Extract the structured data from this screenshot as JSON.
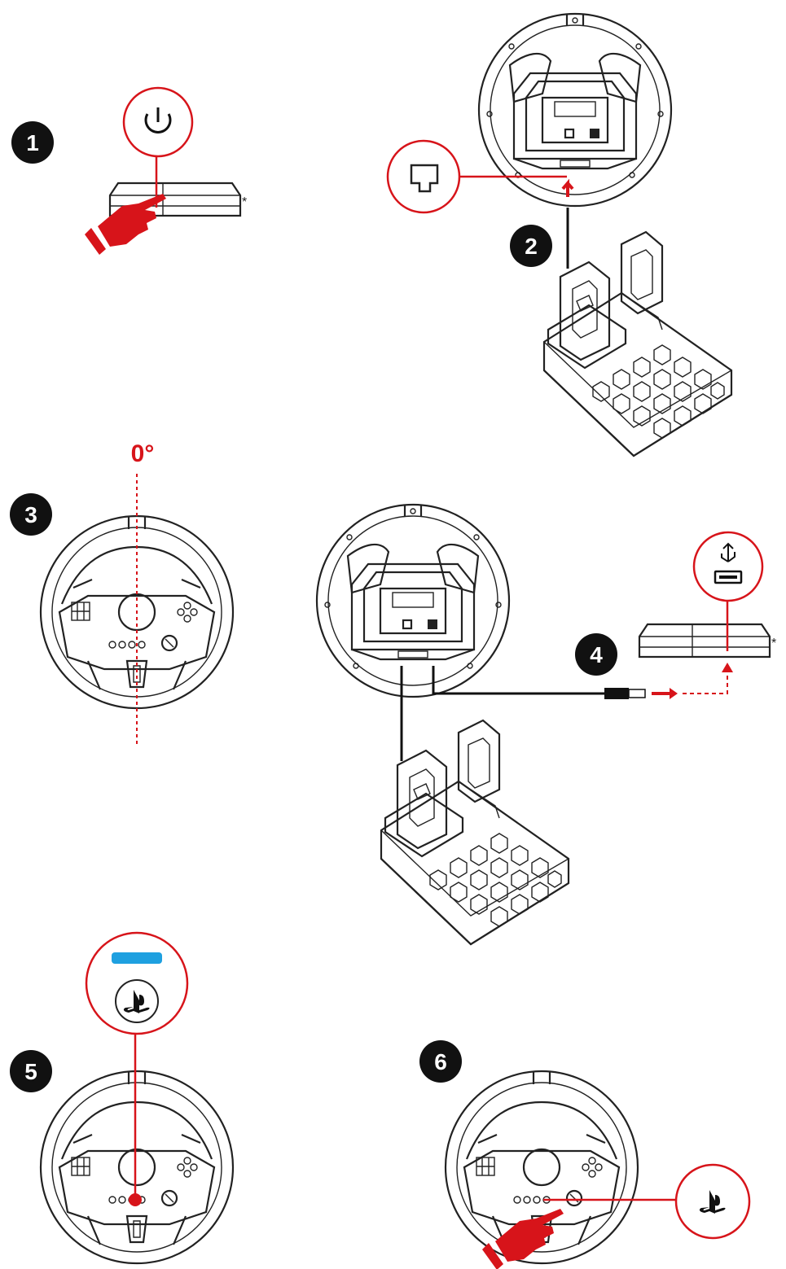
{
  "steps": [
    {
      "number": "1"
    },
    {
      "number": "2"
    },
    {
      "number": "3"
    },
    {
      "number": "4"
    },
    {
      "number": "5"
    },
    {
      "number": "6"
    }
  ],
  "angle_label": "0°",
  "console_asterisk": "*",
  "colors": {
    "accent_red": "#d7141a",
    "line": "#222222",
    "ps_blue": "#1ea0e0"
  }
}
